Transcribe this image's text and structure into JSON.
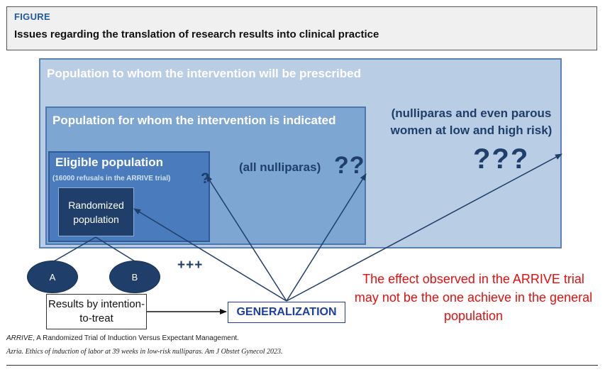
{
  "figure": {
    "label": "FIGURE",
    "title": "Issues regarding the translation of research results into clinical practice"
  },
  "diagram": {
    "outer_box": "Population to whom the intervention will be prescribed",
    "middle_box": "Population for whom the intervention is indicated",
    "eligible_box": "Eligible population",
    "refusals": "(16000 refusals in the ARRIVE trial)",
    "q_eligible": "?",
    "randomized_box": "Randomized population",
    "all_nulliparas": "(all nulliparas)",
    "q_middle": "??",
    "nulliparas_parous": "(nulliparas and even parous women at low and high risk)",
    "q_outer": "???",
    "arm_a": "A",
    "arm_b": "B",
    "plus": "+++",
    "results": "Results by intention-to-treat",
    "generalization": "GENERALIZATION",
    "effect_note": "The effect observed in the ARRIVE trial may not be the one achieve in the general population"
  },
  "footnotes": {
    "arrive_abbrev": "ARRIVE",
    "arrive_def": ", A Randomized Trial of Induction Versus Expectant Management.",
    "citation": "Azria. Ethics of induction of labor at 39 weeks in low-risk nulliparas. Am J Obstet Gynecol 2023."
  },
  "colors": {
    "outer_fill": "#b9cde4",
    "middle_fill": "#7ea6d3",
    "eligible_fill": "#4a7bbd",
    "randomized_fill": "#1f3f6a",
    "generalization_border": "#1c3fa0",
    "effect_text": "#e41010"
  }
}
